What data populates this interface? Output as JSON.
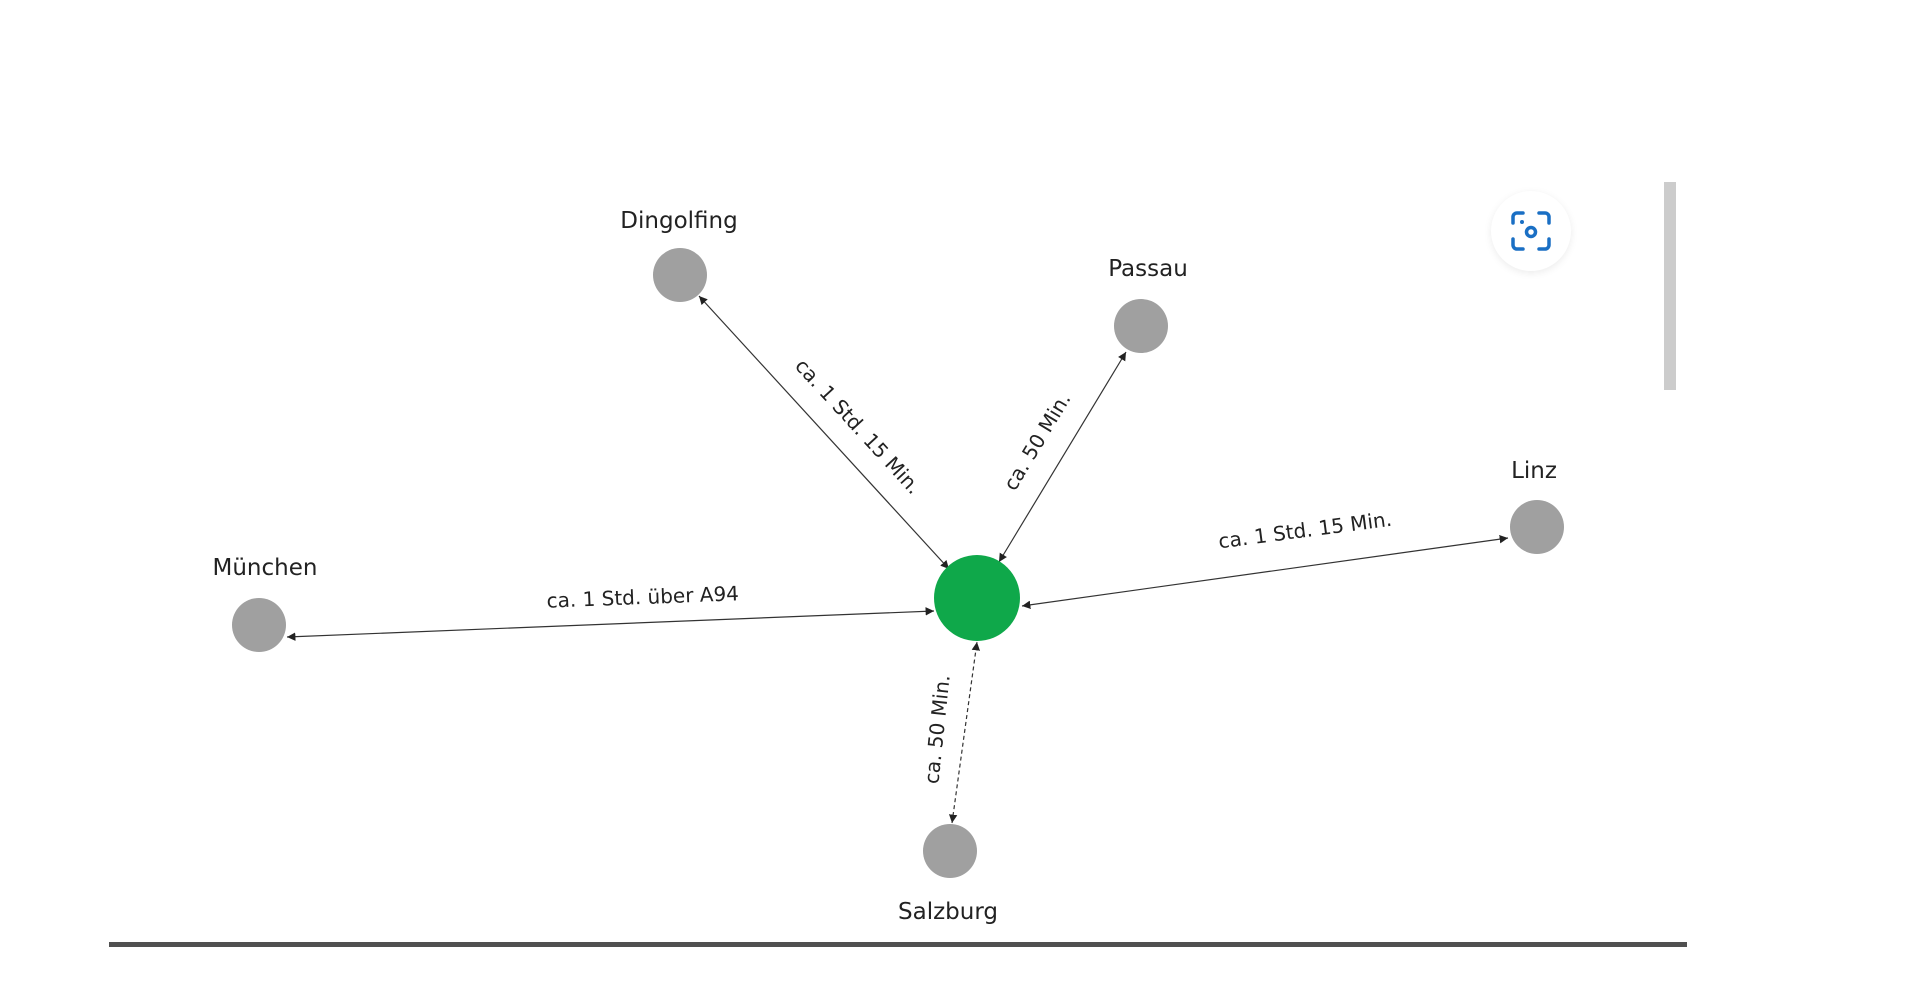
{
  "diagram": {
    "center_node": {
      "color": "#0fa84a"
    },
    "node_color": "#a0a0a0",
    "nodes": {
      "dingolfing": "Dingolfing",
      "passau": "Passau",
      "linz": "Linz",
      "muenchen": "München",
      "salzburg": "Salzburg"
    },
    "edges": {
      "dingolfing": "ca. 1 Std. 15 Min.",
      "passau": "ca. 50 Min.",
      "linz": "ca. 1 Std. 15 Min.",
      "muenchen": "ca. 1 Std. über A94",
      "salzburg": "ca. 50 Min."
    }
  },
  "toolbar": {
    "focus_icon": "focus-camera-icon",
    "accent": "#1a6fc4"
  }
}
